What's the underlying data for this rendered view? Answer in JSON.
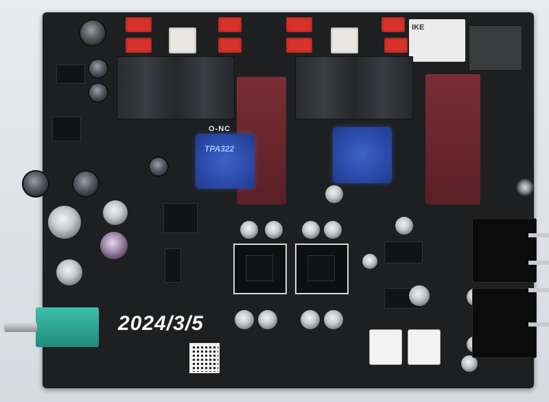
{
  "board": {
    "date_marking": "2024/3/5",
    "chip_marking": "TPA322",
    "onc_marking": "O-NC",
    "relay_brand": "IKE"
  },
  "colors": {
    "pcb": "#1d1f20",
    "relay_red": "#d8322b",
    "chip_glow": "#2b4aa8",
    "film_capacitor": "#6a2630",
    "pot_body": "#2aa591"
  }
}
